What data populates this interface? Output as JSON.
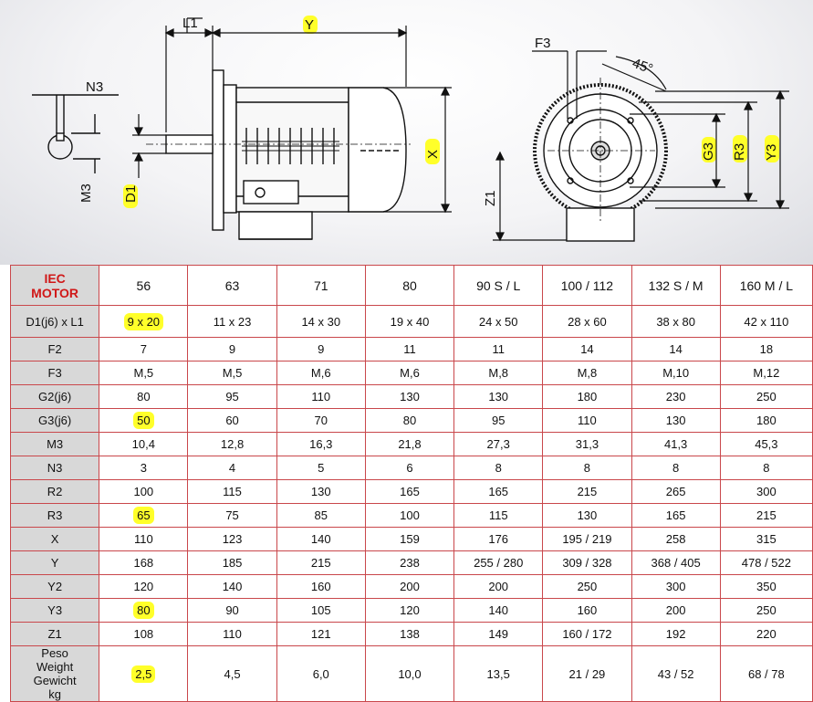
{
  "diagram": {
    "labels": {
      "l1": "L1",
      "y": "Y",
      "n3": "N3",
      "m3": "M3",
      "d1": "D1",
      "x": "X",
      "f3": "F3",
      "angle": "45°",
      "g3": "G3",
      "r3": "R3",
      "y3": "Y3",
      "z1": "Z1"
    },
    "highlight_color": "#ffff2a"
  },
  "table": {
    "header_label": "IEC MOTOR",
    "columns": [
      "56",
      "63",
      "71",
      "80",
      "90 S / L",
      "100 / 112",
      "132 S / M",
      "160 M / L"
    ],
    "rows": [
      {
        "label": "D1(j6) x L1",
        "values": [
          "9 x 20",
          "11 x 23",
          "14 x 30",
          "19 x 40",
          "24 x 50",
          "28 x 60",
          "38 x 80",
          "42 x 110"
        ]
      },
      {
        "label": "F2",
        "values": [
          "7",
          "9",
          "9",
          "11",
          "11",
          "14",
          "14",
          "18"
        ]
      },
      {
        "label": "F3",
        "values": [
          "M,5",
          "M,5",
          "M,6",
          "M,6",
          "M,8",
          "M,8",
          "M,10",
          "M,12"
        ]
      },
      {
        "label": "G2(j6)",
        "values": [
          "80",
          "95",
          "110",
          "130",
          "130",
          "180",
          "230",
          "250"
        ]
      },
      {
        "label": "G3(j6)",
        "values": [
          "50",
          "60",
          "70",
          "80",
          "95",
          "110",
          "130",
          "180"
        ]
      },
      {
        "label": "M3",
        "values": [
          "10,4",
          "12,8",
          "16,3",
          "21,8",
          "27,3",
          "31,3",
          "41,3",
          "45,3"
        ]
      },
      {
        "label": "N3",
        "values": [
          "3",
          "4",
          "5",
          "6",
          "8",
          "8",
          "8",
          "8"
        ]
      },
      {
        "label": "R2",
        "values": [
          "100",
          "115",
          "130",
          "165",
          "165",
          "215",
          "265",
          "300"
        ]
      },
      {
        "label": "R3",
        "values": [
          "65",
          "75",
          "85",
          "100",
          "115",
          "130",
          "165",
          "215"
        ]
      },
      {
        "label": "X",
        "values": [
          "110",
          "123",
          "140",
          "159",
          "176",
          "195 / 219",
          "258",
          "315"
        ]
      },
      {
        "label": "Y",
        "values": [
          "168",
          "185",
          "215",
          "238",
          "255 / 280",
          "309 / 328",
          "368 / 405",
          "478 / 522"
        ]
      },
      {
        "label": "Y2",
        "values": [
          "120",
          "140",
          "160",
          "200",
          "200",
          "250",
          "300",
          "350"
        ]
      },
      {
        "label": "Y3",
        "values": [
          "80",
          "90",
          "105",
          "120",
          "140",
          "160",
          "200",
          "250"
        ]
      },
      {
        "label": "Z1",
        "values": [
          "108",
          "110",
          "121",
          "138",
          "149",
          "160 / 172",
          "192",
          "220"
        ]
      }
    ],
    "weight": {
      "label_lines": [
        "Peso",
        "Weight",
        "Gewicht",
        "kg"
      ],
      "values": [
        "2,5",
        "4,5",
        "6,0",
        "10,0",
        "13,5",
        "21 /  29",
        "43 / 52",
        "68 /  78"
      ]
    }
  }
}
